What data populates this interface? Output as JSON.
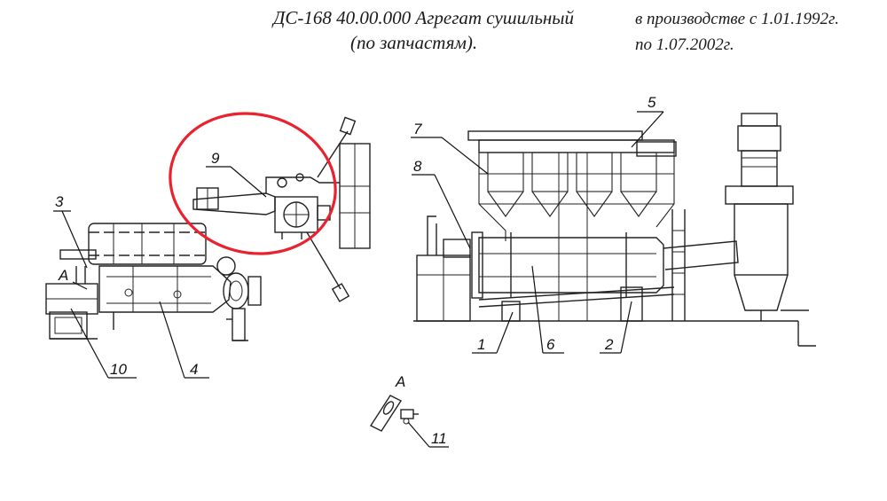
{
  "header": {
    "title_line1": "ДС-168 40.00.000 Агрегат сушильный",
    "title_line2": "(по запчастям).",
    "period_line1": "в производстве с 1.01.1992г.",
    "period_line2": "по 1.07.2002г."
  },
  "callouts": [
    {
      "id": "1",
      "label": "1"
    },
    {
      "id": "2",
      "label": "2"
    },
    {
      "id": "3",
      "label": "3"
    },
    {
      "id": "4",
      "label": "4"
    },
    {
      "id": "5",
      "label": "5"
    },
    {
      "id": "6",
      "label": "6"
    },
    {
      "id": "7",
      "label": "7"
    },
    {
      "id": "8",
      "label": "8"
    },
    {
      "id": "9",
      "label": "9"
    },
    {
      "id": "10",
      "label": "10"
    },
    {
      "id": "11",
      "label": "11"
    }
  ],
  "view_labels": {
    "view_a_left": "A",
    "view_a_detail": "A"
  },
  "highlight": {
    "color": "#e8232f",
    "target": "9"
  }
}
